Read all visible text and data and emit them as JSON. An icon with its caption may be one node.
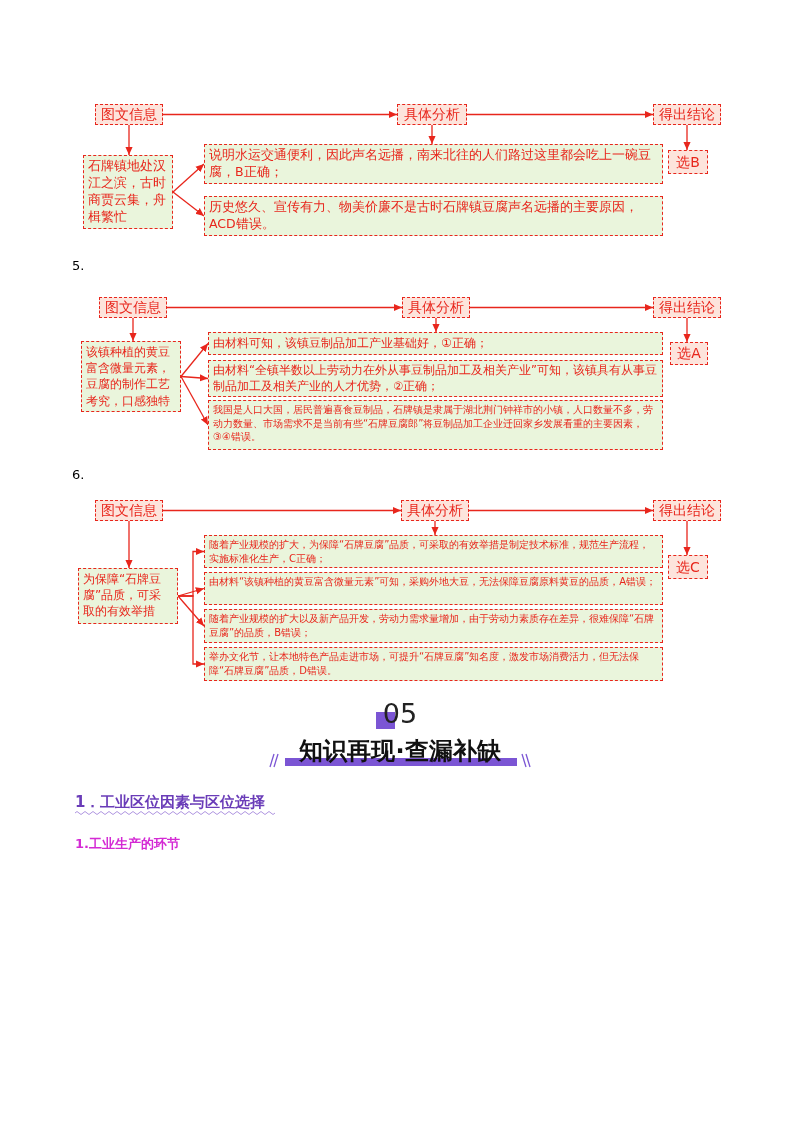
{
  "diagram": {
    "nodes": [
      {
        "text": [
          "图文信息"
        ]
      },
      {
        "text": [
          "具体分析"
        ]
      },
      {
        "text": [
          "得出结论"
        ]
      },
      {
        "text": [
          "石牌镇地处汉江之滨，古时商贾云集，舟楫繁忙"
        ]
      },
      {
        "text": [
          "说明水运交通便利，因此声名远播，南来北往的人们路过这里都会吃上一碗豆腐，B正确；"
        ]
      },
      {
        "text": [
          "历史悠久、宣传有力、物美价廉不是古时石牌镇豆腐声名远播的主要原因，ACD错误。"
        ]
      },
      {
        "text": [
          "选B"
        ]
      },
      {
        "text": [
          "图文信息"
        ]
      },
      {
        "text": [
          "具体分析"
        ]
      },
      {
        "text": [
          "得出结论"
        ]
      },
      {
        "text": [
          "该镇种植的黄豆富含微量元素，豆腐的制作工艺考究，口感独特"
        ]
      },
      {
        "text": [
          "由材料可知，该镇豆制品加工产业基础好，①正确；"
        ]
      },
      {
        "text": [
          "由材料“全镇半数以上劳动力在外从事豆制品加工及相关产业”可知，该镇具有从事豆制品加工及相关产业的人才优势，②正确；"
        ]
      },
      {
        "text": [
          "我国是人口大国，居民普遍喜食豆制品，石牌镇是隶属于湖北荆门钟祥市的小镇，人口数量不多，劳动力数量、市场需求不是当前有些“石牌豆腐郎”将豆制品加工企业迁回家乡发展看重的主要因素，③④错误。"
        ]
      },
      {
        "text": [
          "选A"
        ]
      },
      {
        "text": [
          "图文信息"
        ]
      },
      {
        "text": [
          "具体分析"
        ]
      },
      {
        "text": [
          "得出结论"
        ]
      },
      {
        "text": [
          "为保障“石牌豆腐”品质，可采取的有效举措"
        ]
      },
      {
        "text": [
          "随着产业规模的扩大，为保障“石牌豆腐”品质，可采取的有效举措是制定技术标准，规范生产流程，实施标准化生产，C正确；"
        ]
      },
      {
        "text": [
          "由材料“该镇种植的黄豆富含微量元素”可知，采购外地大豆，无法保障豆腐原料黄豆的品质，A错误；"
        ]
      },
      {
        "text": [
          "随着产业规模的扩大以及新产品开发，劳动力需求量增加，由于劳动力素质存在差异，很难保障“石牌豆腐”的品质，B错误；"
        ]
      },
      {
        "text": [
          "举办文化节，让本地特色产品走进市场，可提升“石牌豆腐”知名度，激发市场消费活力，但无法保障“石牌豆腐”品质，D错误。"
        ]
      },
      {
        "text": [
          "选C"
        ]
      }
    ],
    "edges": [
      {
        "from": 0,
        "to": 1,
        "arrow": "to"
      },
      {
        "from": 1,
        "to": 2,
        "arrow": "to"
      },
      {
        "from": 0,
        "to": 3,
        "arrow": "to"
      },
      {
        "from": 1,
        "to": 4,
        "arrow": "to"
      },
      {
        "from": 2,
        "to": 6,
        "arrow": "to"
      },
      {
        "from": 3,
        "to": 4,
        "arrow": "to"
      },
      {
        "from": 3,
        "to": 5,
        "arrow": "to"
      },
      {
        "from": 7,
        "to": 8,
        "arrow": "to"
      },
      {
        "from": 8,
        "to": 9,
        "arrow": "to"
      },
      {
        "from": 7,
        "to": 10,
        "arrow": "to"
      },
      {
        "from": 8,
        "to": 11,
        "arrow": "to"
      },
      {
        "from": 9,
        "to": 14,
        "arrow": "to"
      },
      {
        "from": 10,
        "to": 11,
        "arrow": "to"
      },
      {
        "from": 10,
        "to": 12,
        "arrow": "to"
      },
      {
        "from": 10,
        "to": 13,
        "arrow": "to"
      },
      {
        "from": 15,
        "to": 16,
        "arrow": "to"
      },
      {
        "from": 16,
        "to": 17,
        "arrow": "to"
      },
      {
        "from": 15,
        "to": 18,
        "arrow": "to"
      },
      {
        "from": 16,
        "to": 19,
        "arrow": "to"
      },
      {
        "from": 17,
        "to": 23,
        "arrow": "to"
      },
      {
        "from": 18,
        "to": 19,
        "arrow": "to"
      },
      {
        "from": 18,
        "to": 20,
        "arrow": "to"
      },
      {
        "from": 18,
        "to": 21,
        "arrow": "to"
      },
      {
        "from": 18,
        "to": 22,
        "arrow": "to"
      }
    ],
    "labels": [
      "5.",
      "6.",
      "05",
      "知识再现·查漏补缺",
      "1．工业区位因素与区位选择",
      "1.工业生产的环节"
    ]
  }
}
